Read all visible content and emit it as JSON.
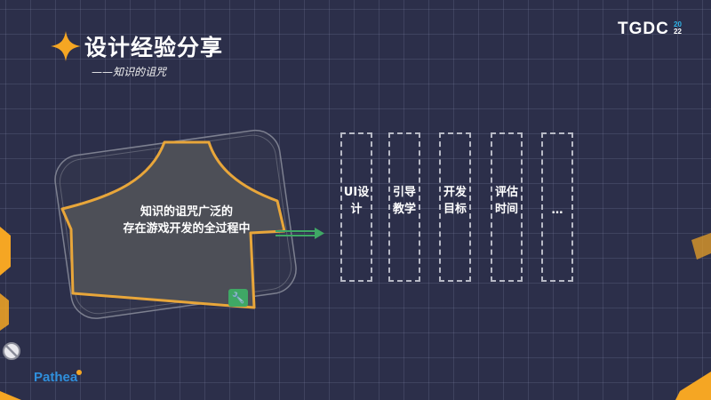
{
  "header": {
    "title": "设计经验分享",
    "subtitle": "——知识的诅咒"
  },
  "logo": {
    "brand": "TGDC",
    "year_top": "20",
    "year_bottom": "22"
  },
  "footer": {
    "company": "Pathea"
  },
  "shirt": {
    "line1": "知识的诅咒广泛的",
    "line2": "存在游戏开发的全过程中"
  },
  "stages": [
    {
      "label": "UI设计"
    },
    {
      "label": "引导教学"
    },
    {
      "label": "开发目标"
    },
    {
      "label": "评估时间"
    },
    {
      "label": "…"
    }
  ],
  "colors": {
    "background": "#2c2f4a",
    "accent_orange": "#f5a623",
    "shirt_outline": "#e8a63a",
    "arrow_green": "#3fa865",
    "brand_blue": "#2f8fdc"
  },
  "icons": [
    "sparkle-star-icon",
    "wrench-icon",
    "arrow-right-icon"
  ]
}
